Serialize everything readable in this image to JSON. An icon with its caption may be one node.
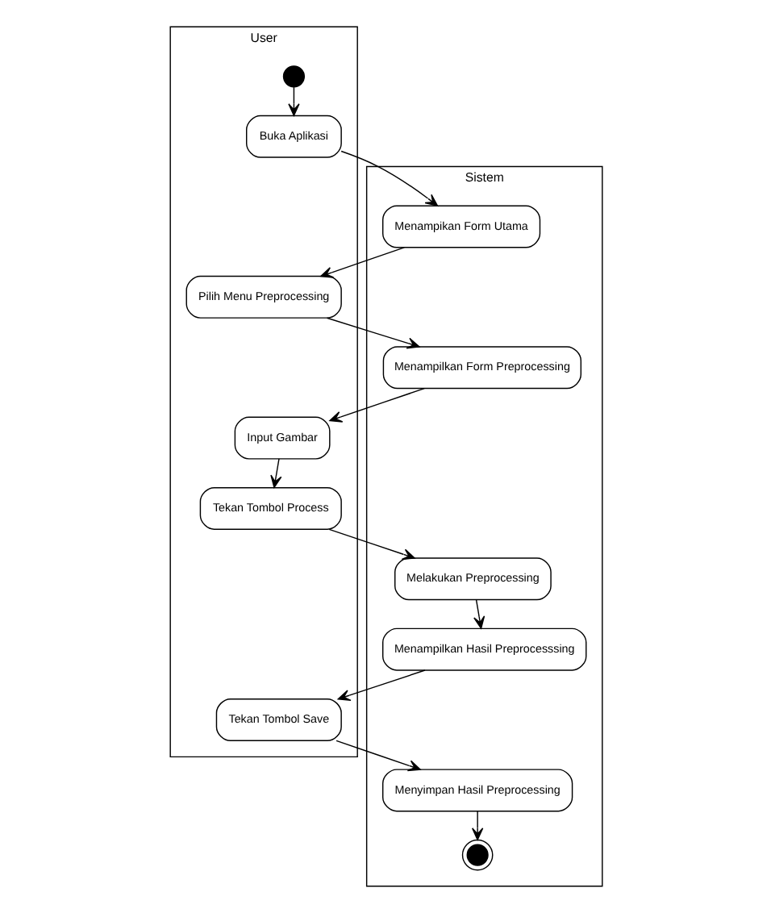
{
  "diagram": {
    "nodes": [
      {
        "text": [
          "User"
        ]
      },
      {
        "text": [
          "Sistem"
        ]
      },
      {
        "text": [],
        "shape": "circle",
        "in": 0
      },
      {
        "text": [
          "Buka Aplikasi"
        ],
        "in": 0
      },
      {
        "text": [
          "Menampikan Form Utama"
        ],
        "in": 1
      },
      {
        "text": [
          "Pilih Menu Preprocessing"
        ],
        "in": 0
      },
      {
        "text": [
          "Menampilkan Form Preprocessing"
        ],
        "in": 1
      },
      {
        "text": [
          "Input Gambar"
        ],
        "in": 0
      },
      {
        "text": [
          "Tekan Tombol Process"
        ],
        "in": 0
      },
      {
        "text": [
          "Melakukan Preprocessing"
        ],
        "in": 1
      },
      {
        "text": [
          "Menampilkan Hasil Preprocesssing"
        ],
        "in": 1
      },
      {
        "text": [
          "Tekan Tombol Save"
        ],
        "in": 0
      },
      {
        "text": [
          "Menyimpan Hasil Preprocessing"
        ],
        "in": 1
      },
      {
        "text": [],
        "shape": "circle",
        "in": 1
      }
    ],
    "edges": [
      {
        "from": 2,
        "to": 3,
        "arrow": "to"
      },
      {
        "from": 3,
        "to": 4,
        "arrow": "to"
      },
      {
        "from": 4,
        "to": 5,
        "arrow": "to"
      },
      {
        "from": 5,
        "to": 6,
        "arrow": "to"
      },
      {
        "from": 6,
        "to": 7,
        "arrow": "to"
      },
      {
        "from": 7,
        "to": 8,
        "arrow": "to"
      },
      {
        "from": 8,
        "to": 9,
        "arrow": "to"
      },
      {
        "from": 9,
        "to": 10,
        "arrow": "to"
      },
      {
        "from": 10,
        "to": 11,
        "arrow": "to"
      },
      {
        "from": 11,
        "to": 12,
        "arrow": "to"
      },
      {
        "from": 12,
        "to": 13,
        "arrow": "to"
      }
    ]
  }
}
